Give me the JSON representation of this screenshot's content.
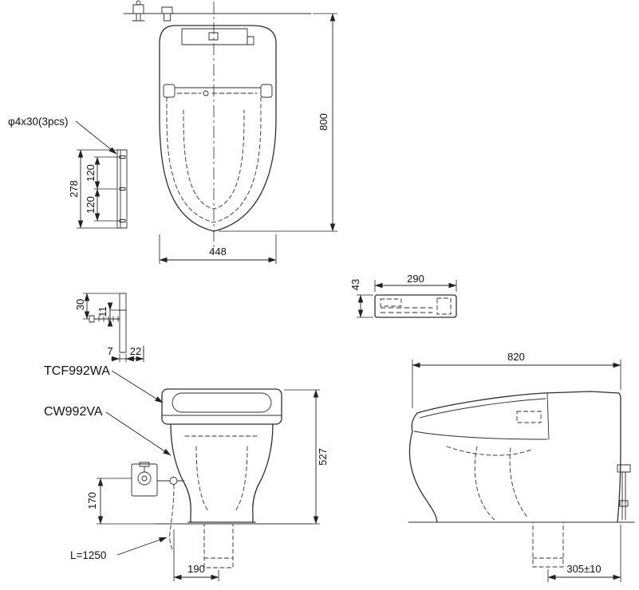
{
  "labels": {
    "screw_note": "φ4x30(3pcs)",
    "washlet_model": "TCF992WA",
    "bowl_model": "CW992VA",
    "hose_note": "L=1250"
  },
  "dims": {
    "top_length": "800",
    "top_width": "448",
    "bracket_total": "278",
    "bracket_upper": "120",
    "bracket_lower": "120",
    "bracket_offset_a": "30",
    "bracket_offset_b": "11",
    "bracket_thickness": "7",
    "bracket_standoff": "22",
    "remote_height": "43",
    "remote_width": "290",
    "front_height": "527",
    "valve_height": "170",
    "supply_offset": "190",
    "side_depth": "820",
    "rough_in": "305±10"
  }
}
